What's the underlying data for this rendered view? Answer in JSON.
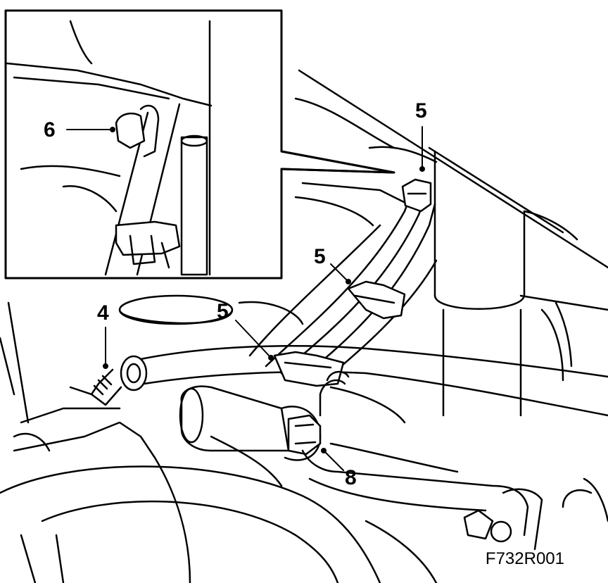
{
  "callouts": {
    "c4": "4",
    "c5_top": "5",
    "c5_mid": "5",
    "c5_low": "5",
    "c6": "6",
    "c8": "8"
  },
  "figure_id": "F732R001",
  "colors": {
    "ink": "#000000",
    "paper": "#ffffff"
  }
}
